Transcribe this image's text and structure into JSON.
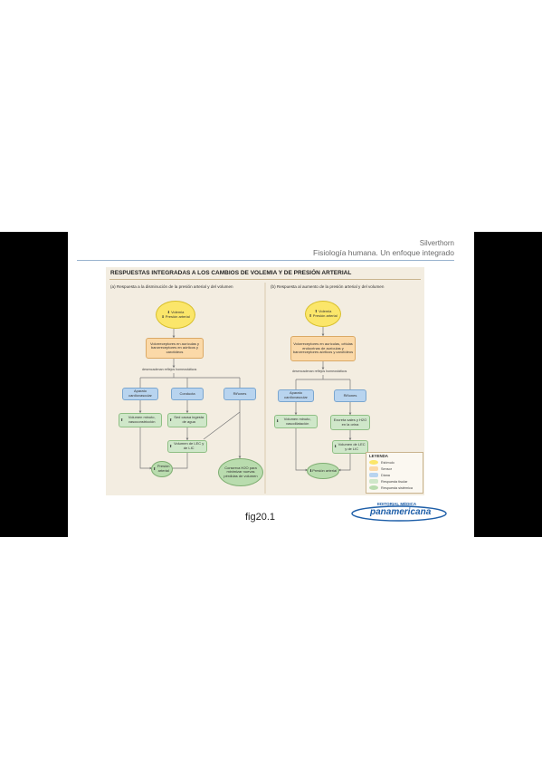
{
  "header": {
    "author": "Silverthorn",
    "book_title": "Fisiología humana. Un enfoque integrado"
  },
  "figure": {
    "title": "RESPUESTAS INTEGRADAS A LOS CAMBIOS DE VOLEMIA Y DE PRESIÓN ARTERIAL",
    "panel_a": {
      "subtitle": "(a) Respuesta a la disminución de la presión arterial y del volumen",
      "stimulus_1": "Volemia",
      "stimulus_2": "Presión arterial",
      "receptors": "Volorreceptores en aurículas y barorreceptores en aórticos y carotídeos",
      "center": "desencadenan reflejos homeostáticos",
      "n1": "Aparato cardiovascular",
      "n2": "Conducta",
      "n3": "Riñones",
      "r1": "Volumen minuto, vasoconstricción",
      "r2": "Sed causa ingesta de agua",
      "r3": "Volumen de LEC y de LIC",
      "out1": "Presión arterial",
      "out2": "Conserva H2O para minimizar nuevas pérdidas de volumen"
    },
    "panel_b": {
      "subtitle": "(b) Respuesta al aumento de la presión arterial y del volumen",
      "stimulus_1": "Volemia",
      "stimulus_2": "Presión arterial",
      "receptors": "Volorreceptores en aurículas, células endocrinas de aurículas y barorreceptores aórticos y carotídeos",
      "center": "desencadenan reflejos homeostáticos",
      "n1": "Aparato cardiovascular",
      "n2": "Riñones",
      "r1": "Volumen minuto, vasodilatación",
      "r2": "Excreta sales y H2O en la orina",
      "r3": "Volumen de LEC y de LIC",
      "out1": "Presión arterial"
    },
    "legend": {
      "title": "LEYENDA",
      "items": [
        "Estímulo",
        "Sensor",
        "Diana",
        "Respuesta tisular",
        "Respuesta sistémica"
      ]
    }
  },
  "caption": "fig20.1",
  "publisher": {
    "line1": "EDITORIAL MÉDICA",
    "line2": "panamericana"
  },
  "colors": {
    "stimulus": "#fbe66a",
    "sensor": "#fbd9a8",
    "target": "#b8d4ef",
    "tissue_response": "#cfe7c9",
    "systemic_response": "#b9dcae",
    "publisher_blue": "#1d5ea8"
  }
}
